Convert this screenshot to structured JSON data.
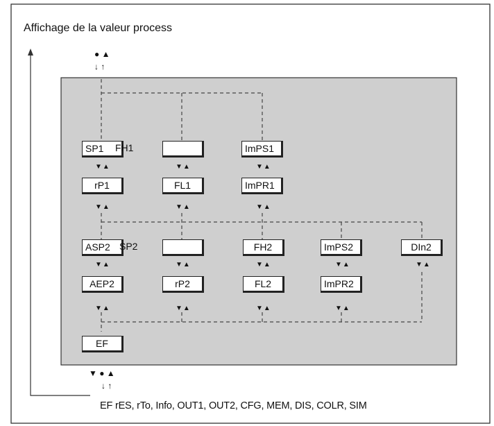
{
  "title": "Affichage de la valeur process",
  "footer": "EF rES, rTo, Info, OUT1, OUT2, CFG, MEM, DIS, COLR, SIM",
  "top_keys": {
    "symbols": "● ▲",
    "arrows": "↓ ↑"
  },
  "bottom_keys": {
    "symbols": "▼ ● ▲",
    "arrows": "↓ ↑"
  },
  "nav_arrows": "▼▲",
  "row1": [
    "SP1",
    "",
    "ImPS1"
  ],
  "row1_extra": "FH1",
  "row2": [
    "rP1",
    "FL1",
    "ImPR1"
  ],
  "row3": [
    "ASP2",
    "",
    "FH2",
    "ImPS2",
    "DIn2"
  ],
  "row3_extra": "SP2",
  "row4": [
    "AEP2",
    "rP2",
    "FL2",
    "ImPR2"
  ],
  "bottom_box": "EF",
  "colors": {
    "panel": "#cfcfcf",
    "frame": "#222222"
  }
}
